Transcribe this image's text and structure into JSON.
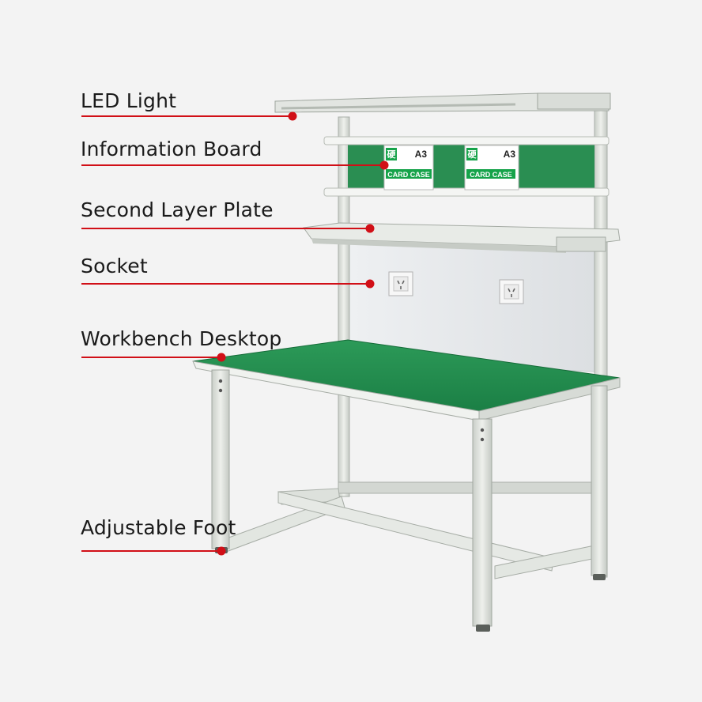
{
  "colors": {
    "background": "#f3f3f3",
    "frame": "#dfe3de",
    "frame_shadow": "#b9bfb8",
    "desktop_green": "#1f8a4c",
    "board_green": "#2a8e52",
    "backpanel": "#e4e7ea",
    "leader_red": "#d10f17"
  },
  "callouts": [
    {
      "id": "led-light",
      "label": "LED Light"
    },
    {
      "id": "information-board",
      "label": "Information Board"
    },
    {
      "id": "second-layer-plate",
      "label": "Second Layer Plate"
    },
    {
      "id": "socket",
      "label": "Socket"
    },
    {
      "id": "workbench-desktop",
      "label": "Workbench Desktop"
    },
    {
      "id": "adjustable-foot",
      "label": "Adjustable Foot"
    }
  ],
  "card_cases": [
    {
      "size": "A3",
      "title": "CARD CASE",
      "char": "硬"
    },
    {
      "size": "A3",
      "title": "CARD CASE",
      "char": "硬"
    }
  ],
  "icons": [
    "socket-icon",
    "socket-icon"
  ]
}
